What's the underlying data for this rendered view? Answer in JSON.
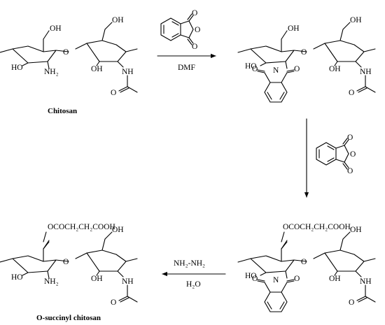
{
  "compounds": {
    "chitosan": {
      "caption": "Chitosan"
    },
    "o_succinyl_chitosan": {
      "caption": "O-succinyl chitosan"
    }
  },
  "reactions": {
    "step1": {
      "condition": "DMF"
    },
    "step3": {
      "condition_top": "NH₂-NH₂",
      "condition_bottom": "H₂O"
    }
  },
  "atom_labels": {
    "OH": "OH",
    "HO": "HO",
    "NH2": "NH₂",
    "NH": "NH",
    "O": "O",
    "N": "N",
    "succinyl_chain": "OCOCH₂CH₂COOH"
  }
}
